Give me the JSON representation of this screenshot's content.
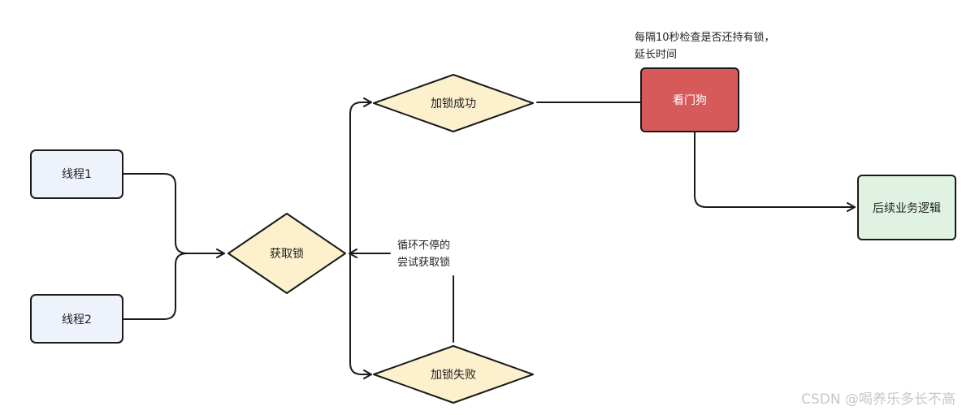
{
  "nodes": {
    "thread1": {
      "label": "线程1",
      "fill": "#eef2fb"
    },
    "thread2": {
      "label": "线程2",
      "fill": "#eef2fb"
    },
    "acquire_lock": {
      "label": "获取锁",
      "fill": "#fdf0cc"
    },
    "lock_success": {
      "label": "加锁成功",
      "fill": "#fdf0cc"
    },
    "lock_fail": {
      "label": "加锁失败",
      "fill": "#fdf0cc"
    },
    "watchdog": {
      "label": "看门狗",
      "fill": "#d75a5a"
    },
    "business_logic": {
      "label": "后续业务逻辑",
      "fill": "#e0f3e3"
    }
  },
  "notes": {
    "watchdog_note_line1": "每隔10秒检查是否还持有锁，",
    "watchdog_note_line2": "延长时间",
    "retry_note_line1": "循环不停的",
    "retry_note_line2": "尝试获取锁"
  },
  "watermark": "CSDN @喝养乐多长不高",
  "colors": {
    "stroke": "#1a1a1a",
    "accent_red": "#d75a5a",
    "node_blue": "#eef2fb",
    "node_yellow": "#fdf0cc",
    "node_green": "#e0f3e3"
  }
}
